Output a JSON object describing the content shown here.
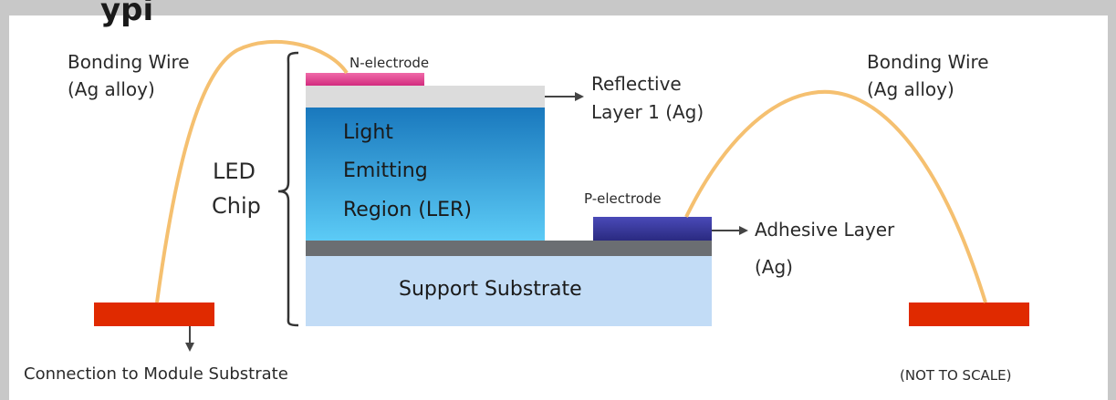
{
  "title_partial": "ypi",
  "labels": {
    "bonding_wire_left_1": "Bonding Wire",
    "bonding_wire_left_2": "(Ag alloy)",
    "bonding_wire_right_1": "Bonding Wire",
    "bonding_wire_right_2": "(Ag alloy)",
    "n_electrode": "N-electrode",
    "p_electrode": "P-electrode",
    "reflective_1": "Reflective",
    "reflective_2": "Layer 1 (Ag)",
    "ler_1": "Light",
    "ler_2": "Emitting",
    "ler_3": "Region (LER)",
    "led_chip_1": "LED",
    "led_chip_2": "Chip",
    "adhesive_1": "Adhesive Layer",
    "adhesive_2": "(Ag)",
    "support_substrate": "Support Substrate",
    "connection": "Connection to Module Substrate",
    "not_to_scale": "(NOT TO SCALE)"
  },
  "colors": {
    "n_electrode": "#e0368a",
    "reflective": "#dcdcdc",
    "ler_top": "#1a7fc0",
    "ler_bottom": "#5cc8f4",
    "p_electrode": "#3a3a9e",
    "adhesive": "#6b6e72",
    "substrate": "#bfdaf5",
    "pad": "#e02000",
    "wire": "#f5c070"
  }
}
